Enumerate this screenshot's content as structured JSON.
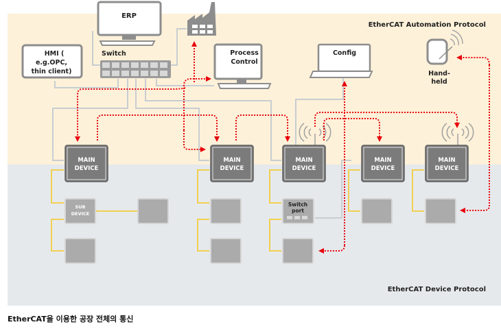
{
  "zones": {
    "automation_label": "EtherCAT Automation Protocol",
    "device_label": "EtherCAT Device Protocol",
    "automation_color": "#fdf1d9",
    "device_color": "#e6e9ec"
  },
  "nodes": {
    "erp": "ERP",
    "hmi": [
      "HMI (",
      "e.g.OPC,",
      "thin client)"
    ],
    "switch": "Switch",
    "process_control": [
      "Process",
      "Control"
    ],
    "config": "Config",
    "handheld": [
      "Hand-",
      "held"
    ],
    "main_device": [
      "MAIN",
      "DEVICE"
    ],
    "sub_device": [
      "SUB",
      "DEVICE"
    ],
    "switch_port": [
      "Switch",
      "port"
    ]
  },
  "colors": {
    "arrow": "#e8000b",
    "ethercat_line": "#f0d050",
    "ethernet_line": "#c8cdd2",
    "main_device": "#7b7b7b",
    "sub_device": "#ababab"
  },
  "caption": "EtherCAT을 이용한 공장 전체의 통신"
}
